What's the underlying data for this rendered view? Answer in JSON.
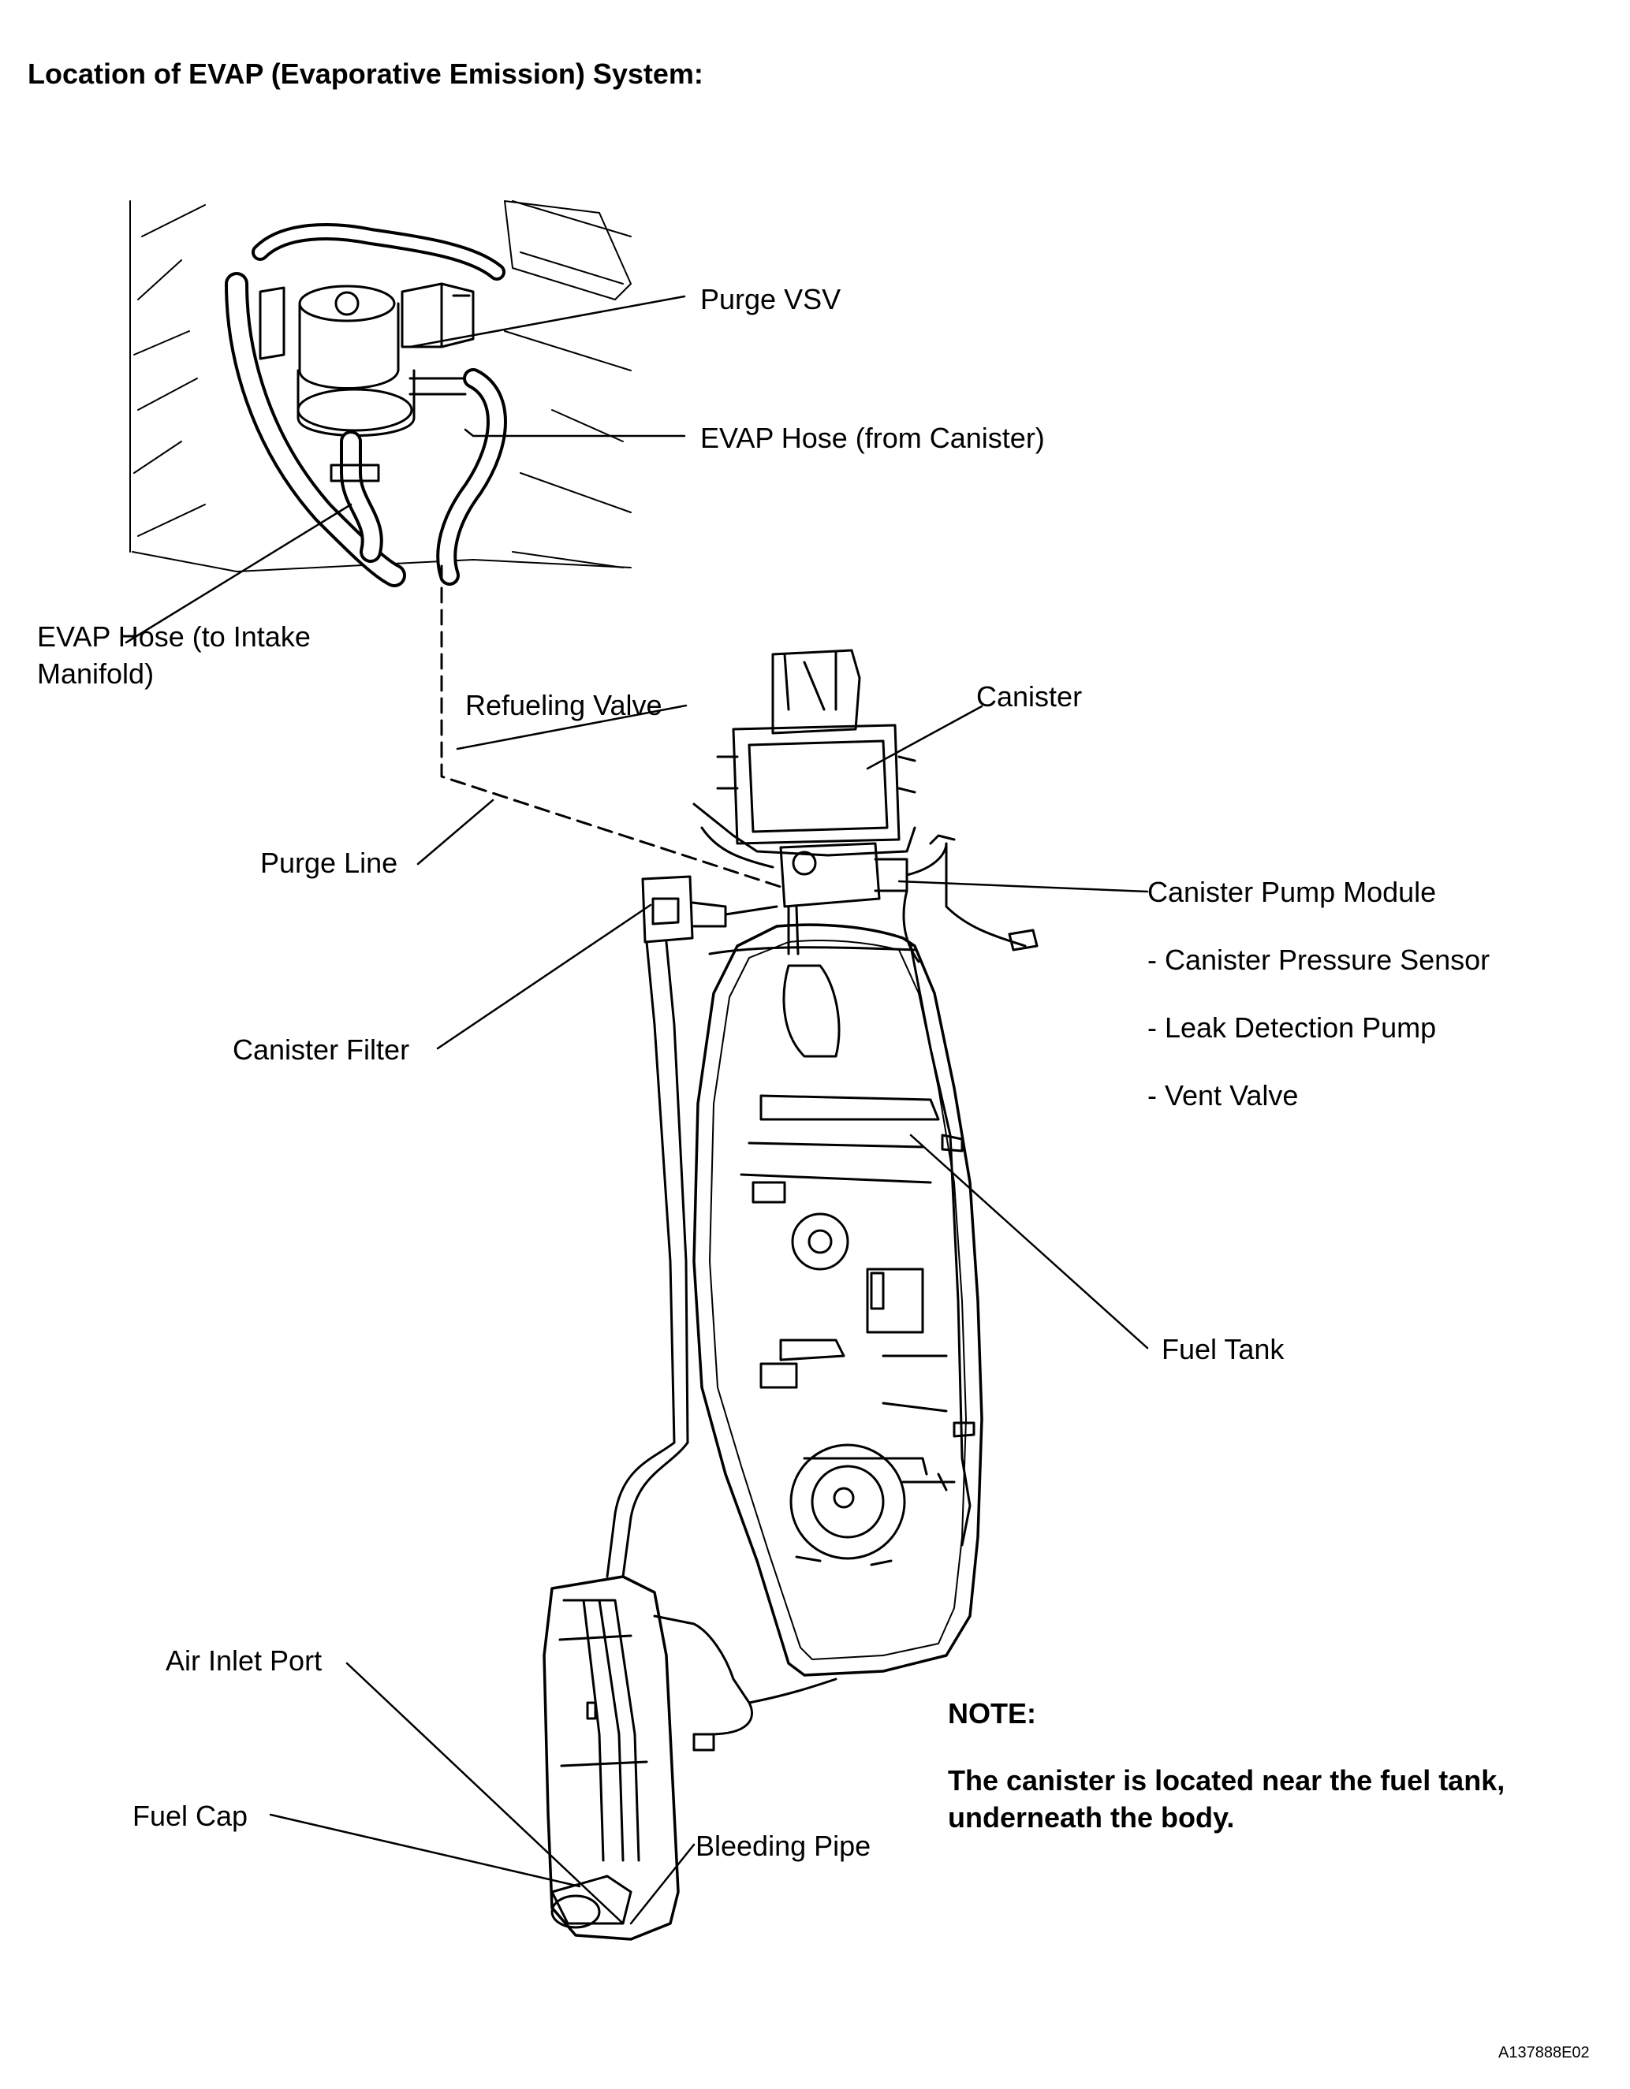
{
  "title": "Location of EVAP (Evaporative Emission) System:",
  "labels": {
    "purge_vsv": "Purge VSV",
    "evap_hose_from_canister": "EVAP Hose (from Canister)",
    "evap_hose_to_intake_line1": "EVAP Hose (to Intake",
    "evap_hose_to_intake_line2": "Manifold)",
    "refueling_valve": "Refueling Valve",
    "canister": "Canister",
    "purge_line": "Purge Line",
    "canister_pump_module": "Canister Pump Module",
    "canister_pressure_sensor": "- Canister Pressure Sensor",
    "leak_detection_pump": "- Leak Detection Pump",
    "vent_valve": "- Vent Valve",
    "canister_filter": "Canister Filter",
    "fuel_tank": "Fuel Tank",
    "air_inlet_port": "Air Inlet Port",
    "fuel_cap": "Fuel Cap",
    "bleeding_pipe": "Bleeding Pipe"
  },
  "note": {
    "heading": "NOTE:",
    "line1": "The canister is located near the fuel tank,",
    "line2": "underneath the body."
  },
  "figure_id": "A137888E02"
}
